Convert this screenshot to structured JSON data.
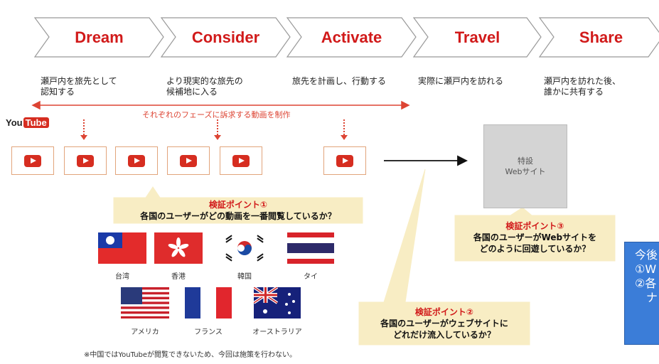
{
  "stages": [
    {
      "name": "Dream",
      "desc": "瀬戸内を旅先として\n認知する"
    },
    {
      "name": "Consider",
      "desc": "より現実的な旅先の\n候補地に入る"
    },
    {
      "name": "Activate",
      "desc": "旅先を計画し、行動する"
    },
    {
      "name": "Travel",
      "desc": "実際に瀬戸内を訪れる"
    },
    {
      "name": "Share",
      "desc": "瀬戸内を訪れた後、\n誰かに共有する"
    }
  ],
  "phase_note": "それぞれのフェーズに訴求する動画を制作",
  "youtube_logo": {
    "you": "You",
    "tube": "Tube"
  },
  "website": {
    "label": "特設\nWebサイト"
  },
  "checkpoints": [
    {
      "title": "検証ポイント①",
      "body": "各国のユーザーがどの動画を一番閲覧しているか？"
    },
    {
      "title": "検証ポイント②",
      "body": "各国のユーザーがウェブサイトに\nどれだけ流入しているか？"
    },
    {
      "title": "検証ポイント③",
      "body": "各国のユーザーがWebサイトを\nどのように回遊しているか？"
    }
  ],
  "countries": [
    "台湾",
    "香港",
    "韓国",
    "タイ",
    "アメリカ",
    "フランス",
    "オーストラリア"
  ],
  "footnote": "※中国ではYouTubeが閲覧できないため、今回は施策を行わない。",
  "side_box_text": "今後\n①W\n②各\n　ナ",
  "colors": {
    "accent_red": "#d11a1a",
    "callout_fill": "#f8edc4",
    "side_box": "#3b7dd8"
  }
}
